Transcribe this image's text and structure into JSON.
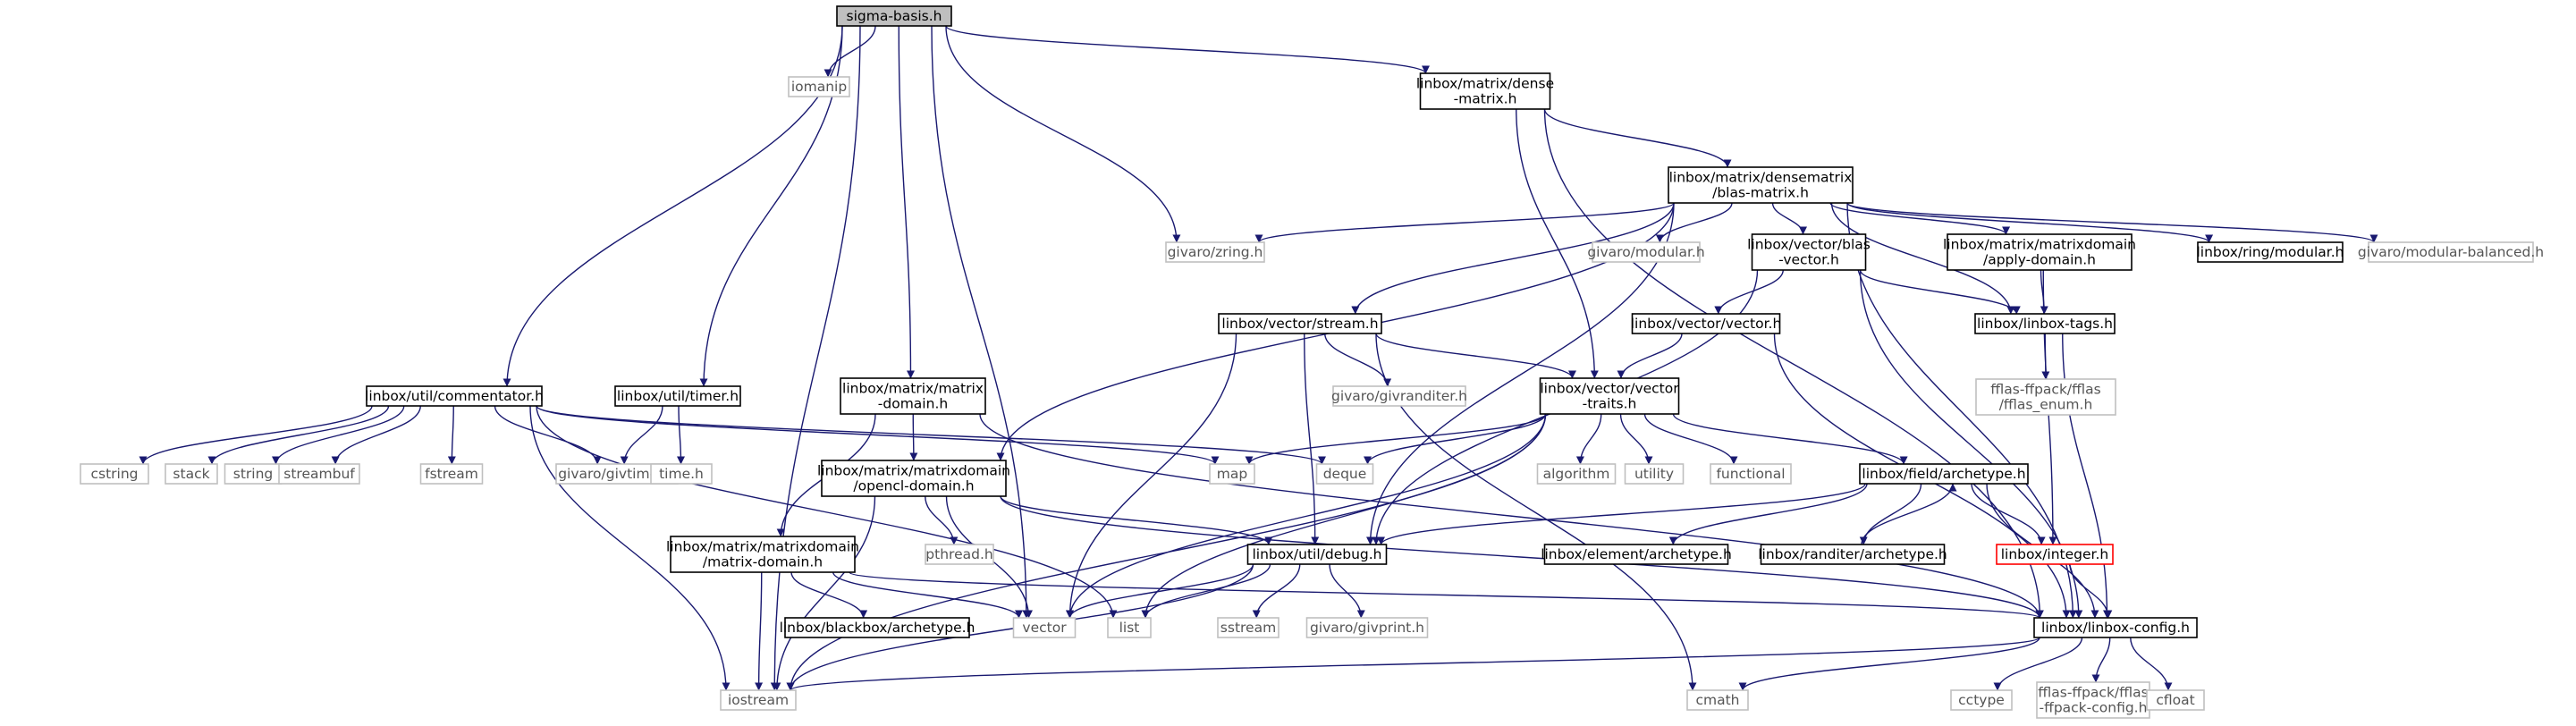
{
  "graph": {
    "root": "sigma-basis.h",
    "styles": {
      "root": {
        "fill": "#bfbfbf",
        "stroke": "#000000",
        "text": "#000000"
      },
      "documented": {
        "fill": "#ffffff",
        "stroke": "#000000",
        "text": "#000000"
      },
      "system": {
        "fill": "#ffffff",
        "stroke": "#bfbfbf",
        "text": "#555555"
      },
      "error": {
        "fill": "#ffffff",
        "stroke": "#ff0000",
        "text": "#000000"
      },
      "edge": "#191970"
    },
    "nodes": [
      {
        "id": "sigma",
        "label": "sigma-basis.h",
        "kind": "root"
      },
      {
        "id": "iomanip",
        "label": "iomanip",
        "kind": "system"
      },
      {
        "id": "dense",
        "label": "linbox/matrix/dense\n-matrix.h",
        "kind": "documented"
      },
      {
        "id": "blasmat",
        "label": "linbox/matrix/densematrix\n/blas-matrix.h",
        "kind": "documented"
      },
      {
        "id": "zring",
        "label": "givaro/zring.h",
        "kind": "system"
      },
      {
        "id": "gmodular",
        "label": "givaro/modular.h",
        "kind": "system"
      },
      {
        "id": "blasvec",
        "label": "linbox/vector/blas\n-vector.h",
        "kind": "documented"
      },
      {
        "id": "applydom",
        "label": "linbox/matrix/matrixdomain\n/apply-domain.h",
        "kind": "documented"
      },
      {
        "id": "ringmod",
        "label": "linbox/ring/modular.h",
        "kind": "documented"
      },
      {
        "id": "gmodbal",
        "label": "givaro/modular-balanced.h",
        "kind": "system"
      },
      {
        "id": "stream",
        "label": "linbox/vector/stream.h",
        "kind": "documented"
      },
      {
        "id": "vector_h",
        "label": "linbox/vector/vector.h",
        "kind": "documented"
      },
      {
        "id": "tags",
        "label": "linbox/linbox-tags.h",
        "kind": "documented"
      },
      {
        "id": "ffenum",
        "label": "fflas-ffpack/fflas\n/fflas_enum.h",
        "kind": "system"
      },
      {
        "id": "commentator",
        "label": "linbox/util/commentator.h",
        "kind": "documented"
      },
      {
        "id": "timer",
        "label": "linbox/util/timer.h",
        "kind": "documented"
      },
      {
        "id": "matdom",
        "label": "linbox/matrix/matrix\n-domain.h",
        "kind": "documented"
      },
      {
        "id": "givranditer",
        "label": "givaro/givranditer.h",
        "kind": "system"
      },
      {
        "id": "vtraits",
        "label": "linbox/vector/vector\n-traits.h",
        "kind": "documented"
      },
      {
        "id": "cstring",
        "label": "cstring",
        "kind": "system"
      },
      {
        "id": "stack",
        "label": "stack",
        "kind": "system"
      },
      {
        "id": "string",
        "label": "string",
        "kind": "system"
      },
      {
        "id": "streambuf",
        "label": "streambuf",
        "kind": "system"
      },
      {
        "id": "fstream",
        "label": "fstream",
        "kind": "system"
      },
      {
        "id": "givtimer",
        "label": "givaro/givtimer.h",
        "kind": "system"
      },
      {
        "id": "timeh",
        "label": "time.h",
        "kind": "system"
      },
      {
        "id": "map",
        "label": "map",
        "kind": "system"
      },
      {
        "id": "deque",
        "label": "deque",
        "kind": "system"
      },
      {
        "id": "algorithm",
        "label": "algorithm",
        "kind": "system"
      },
      {
        "id": "utility",
        "label": "utility",
        "kind": "system"
      },
      {
        "id": "functional",
        "label": "functional",
        "kind": "system"
      },
      {
        "id": "archetype",
        "label": "linbox/field/archetype.h",
        "kind": "documented"
      },
      {
        "id": "opencl",
        "label": "linbox/matrix/matrixdomain\n/opencl-domain.h",
        "kind": "documented"
      },
      {
        "id": "pthread",
        "label": "pthread.h",
        "kind": "system"
      },
      {
        "id": "mdmatdom",
        "label": "linbox/matrix/matrixdomain\n/matrix-domain.h",
        "kind": "documented"
      },
      {
        "id": "debug",
        "label": "linbox/util/debug.h",
        "kind": "documented"
      },
      {
        "id": "elemarch",
        "label": "linbox/element/archetype.h",
        "kind": "documented"
      },
      {
        "id": "randarch",
        "label": "linbox/randiter/archetype.h",
        "kind": "documented"
      },
      {
        "id": "integer",
        "label": "linbox/integer.h",
        "kind": "error"
      },
      {
        "id": "bbarch",
        "label": "linbox/blackbox/archetype.h",
        "kind": "documented"
      },
      {
        "id": "vector",
        "label": "vector",
        "kind": "system"
      },
      {
        "id": "list",
        "label": "list",
        "kind": "system"
      },
      {
        "id": "sstream",
        "label": "sstream",
        "kind": "system"
      },
      {
        "id": "givprint",
        "label": "givaro/givprint.h",
        "kind": "system"
      },
      {
        "id": "config",
        "label": "linbox/linbox-config.h",
        "kind": "documented"
      },
      {
        "id": "iostream",
        "label": "iostream",
        "kind": "system"
      },
      {
        "id": "cmath",
        "label": "cmath",
        "kind": "system"
      },
      {
        "id": "cctype",
        "label": "cctype",
        "kind": "system"
      },
      {
        "id": "ffconfig",
        "label": "fflas-ffpack/fflas\n-ffpack-config.h",
        "kind": "system"
      },
      {
        "id": "cfloat",
        "label": "cfloat",
        "kind": "system"
      }
    ],
    "edges": [
      [
        "sigma",
        "iostream"
      ],
      [
        "sigma",
        "commentator"
      ],
      [
        "sigma",
        "iomanip"
      ],
      [
        "sigma",
        "timer"
      ],
      [
        "sigma",
        "matdom"
      ],
      [
        "sigma",
        "vector"
      ],
      [
        "sigma",
        "zring"
      ],
      [
        "sigma",
        "dense"
      ],
      [
        "dense",
        "blasmat"
      ],
      [
        "dense",
        "vtraits"
      ],
      [
        "dense",
        "config"
      ],
      [
        "blasmat",
        "zring"
      ],
      [
        "blasmat",
        "gmodular"
      ],
      [
        "blasmat",
        "blasvec"
      ],
      [
        "blasmat",
        "applydom"
      ],
      [
        "blasmat",
        "ringmod"
      ],
      [
        "blasmat",
        "gmodbal"
      ],
      [
        "blasmat",
        "stream"
      ],
      [
        "blasmat",
        "tags"
      ],
      [
        "blasmat",
        "config"
      ],
      [
        "blasmat",
        "debug"
      ],
      [
        "blasmat",
        "opencl"
      ],
      [
        "blasvec",
        "vector_h"
      ],
      [
        "blasvec",
        "tags"
      ],
      [
        "blasvec",
        "config"
      ],
      [
        "blasvec",
        "debug"
      ],
      [
        "applydom",
        "tags"
      ],
      [
        "applydom",
        "integer"
      ],
      [
        "vector_h",
        "vtraits"
      ],
      [
        "vector_h",
        "config"
      ],
      [
        "tags",
        "ffenum"
      ],
      [
        "tags",
        "config"
      ],
      [
        "stream",
        "givranditer"
      ],
      [
        "stream",
        "vtraits"
      ],
      [
        "stream",
        "debug"
      ],
      [
        "stream",
        "vector"
      ],
      [
        "stream",
        "cmath"
      ],
      [
        "commentator",
        "cstring"
      ],
      [
        "commentator",
        "stack"
      ],
      [
        "commentator",
        "string"
      ],
      [
        "commentator",
        "streambuf"
      ],
      [
        "commentator",
        "fstream"
      ],
      [
        "commentator",
        "givtimer"
      ],
      [
        "commentator",
        "iostream"
      ],
      [
        "commentator",
        "map"
      ],
      [
        "commentator",
        "deque"
      ],
      [
        "commentator",
        "list"
      ],
      [
        "timer",
        "givtimer"
      ],
      [
        "timer",
        "timeh"
      ],
      [
        "matdom",
        "opencl"
      ],
      [
        "matdom",
        "mdmatdom"
      ],
      [
        "matdom",
        "config"
      ],
      [
        "vtraits",
        "map"
      ],
      [
        "vtraits",
        "deque"
      ],
      [
        "vtraits",
        "algorithm"
      ],
      [
        "vtraits",
        "utility"
      ],
      [
        "vtraits",
        "functional"
      ],
      [
        "vtraits",
        "archetype"
      ],
      [
        "vtraits",
        "vector"
      ],
      [
        "vtraits",
        "list"
      ],
      [
        "vtraits",
        "iostream"
      ],
      [
        "archetype",
        "elemarch"
      ],
      [
        "archetype",
        "randarch"
      ],
      [
        "archetype",
        "integer"
      ],
      [
        "archetype",
        "config"
      ],
      [
        "archetype",
        "debug"
      ],
      [
        "randarch",
        "archetype"
      ],
      [
        "opencl",
        "pthread"
      ],
      [
        "opencl",
        "debug"
      ],
      [
        "opencl",
        "vector"
      ],
      [
        "opencl",
        "iostream"
      ],
      [
        "opencl",
        "config"
      ],
      [
        "mdmatdom",
        "bbarch"
      ],
      [
        "mdmatdom",
        "vector"
      ],
      [
        "mdmatdom",
        "iostream"
      ],
      [
        "mdmatdom",
        "config"
      ],
      [
        "debug",
        "vector"
      ],
      [
        "debug",
        "list"
      ],
      [
        "debug",
        "sstream"
      ],
      [
        "debug",
        "givprint"
      ],
      [
        "debug",
        "iostream"
      ],
      [
        "integer",
        "config"
      ],
      [
        "config",
        "iostream"
      ],
      [
        "config",
        "cmath"
      ],
      [
        "config",
        "cctype"
      ],
      [
        "config",
        "ffconfig"
      ],
      [
        "config",
        "cfloat"
      ]
    ]
  }
}
